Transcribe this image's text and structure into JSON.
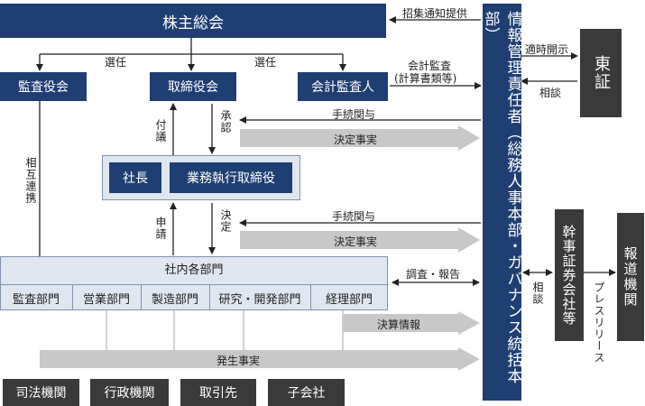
{
  "shareholders_meeting": "株主総会",
  "convocation_notice": "招集通知提供",
  "election_left": "選任",
  "election_right": "選任",
  "audit_board": "監査役会",
  "board_of_directors": "取締役会",
  "accounting_auditor": "会計監査人",
  "accounting_audit": "会計監査",
  "accounting_audit_sub": "(計算書類等)",
  "info_officer_title": "情報管理責任者（総務人事本部・ガバナンス統括本部）",
  "timely_disclosure": "適時開示",
  "consultation_tse": "相談",
  "tse": "東証",
  "mutual_cooperation": "相互連携",
  "referral": "付議",
  "approval": "承認",
  "procedure_involvement_1": "手続関与",
  "decided_facts_1": "決定事実",
  "president": "社長",
  "executive_officers": "業務執行取締役",
  "application": "申請",
  "decision": "決定",
  "procedure_involvement_2": "手続関与",
  "decided_facts_2": "決定事実",
  "internal_departments": "社内各部門",
  "investigation_report": "調査・報告",
  "departments": [
    "監査部門",
    "営業部門",
    "製造部門",
    "研究・開発部門",
    "経理部門"
  ],
  "financial_results": "決算情報",
  "occurred_facts": "発生事実",
  "consultation_broker": "相談",
  "lead_securities": "幹事証券会社等",
  "press_release": "プレスリリース",
  "media": "報道機関",
  "external_parties": [
    "司法機関",
    "行政機関",
    "取引先",
    "子会社"
  ],
  "colors": {
    "navy": "#1f3f73",
    "dark": "#3a3a3a",
    "light_box": "#dfe6ef",
    "gray_arrow": "#c8c8c8"
  }
}
